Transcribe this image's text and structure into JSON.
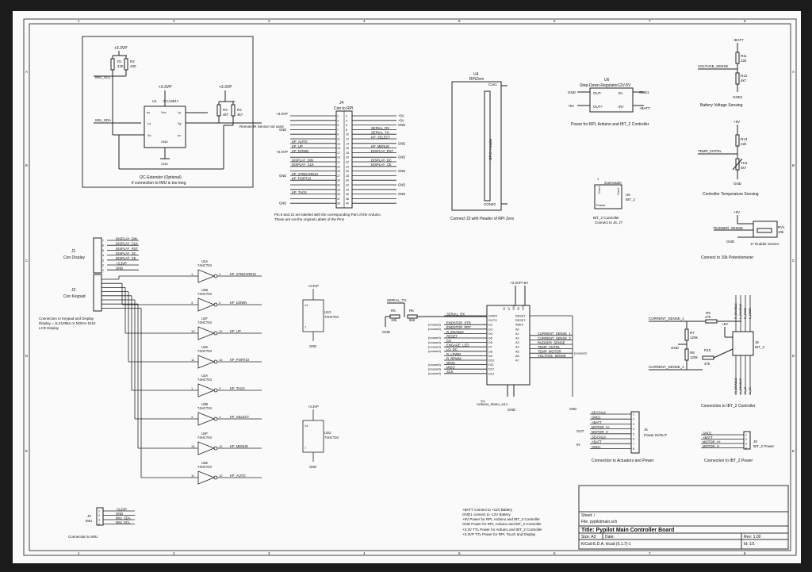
{
  "frame": {
    "col_labels": [
      "1",
      "2",
      "3",
      "4",
      "5",
      "6",
      "7",
      "8"
    ],
    "row_labels": [
      "A",
      "B",
      "C",
      "D",
      "E"
    ]
  },
  "power_labels": {
    "p33": "+3.3VP",
    "p5": "+5V",
    "gnd": "GND",
    "batt": "+BATT",
    "gnd1": "GND1"
  },
  "i2c_block": {
    "r1_ref": "R1",
    "r1_val": "430",
    "r2_ref": "R2",
    "r2_val": "430",
    "r3_ref": "R3",
    "r3_val": "4k7",
    "r4_ref": "R4",
    "r4_val": "4k7",
    "u1_ref": "U1",
    "u1_part": "PCA9517",
    "imu_scl": "IMU_SCL",
    "imu_sda": "IMU_SDA",
    "pin_lx": "Lx",
    "pin_ly": "Ly",
    "pin_sx": "Sx",
    "pin_sy": "Sy",
    "pin_vcc": "Vcc",
    "pin_gnd": "GND",
    "pin_nc": "nc",
    "caption1": "I2C-Extender (Optional)",
    "caption2": "if connection to IMU is too long"
  },
  "rpi_header": {
    "ref": "J4",
    "name": "Con to RPI",
    "remote_ir": "Remote IR Sensor not used",
    "left_nets": [
      "",
      "",
      "",
      "",
      "",
      "",
      "KP_AUTO",
      "KP_UP",
      "KP_DOWN",
      "",
      "DISPLAY_DIN",
      "DISPLAY_CLK",
      "",
      "KP_STBOARD10",
      "KP_PORT10",
      "",
      "",
      "KP_TACK",
      ""
    ],
    "right_nets": [
      "",
      "",
      "",
      "SERIAL_RX",
      "SERIAL_TX",
      "KP_SELECT",
      "",
      "KP_MENUE",
      "DISPLAY_RST",
      "",
      "DISPLAY_DC",
      "DISPLAY_CE",
      "",
      "",
      "",
      "",
      "",
      "",
      ""
    ],
    "pins_left": [
      "1",
      "3",
      "5",
      "7",
      "9",
      "11",
      "13",
      "15",
      "17",
      "19",
      "21",
      "23",
      "25",
      "27",
      "29",
      "31",
      "33",
      "35",
      "37",
      "39"
    ],
    "pins_right": [
      "2",
      "4",
      "6",
      "8",
      "10",
      "12",
      "14",
      "16",
      "18",
      "20",
      "22",
      "24",
      "26",
      "28",
      "30",
      "32",
      "34",
      "36",
      "38",
      "40"
    ],
    "note1": "Pin 8 and 10 are labeled with the corresponding Part of the Arduino",
    "note2": "These are not the original Labels of the Pins"
  },
  "rpi": {
    "ref": "U4",
    "name": "RPiZero",
    "con1": "Con1",
    "con40": "CON40",
    "gpio": "GPIO-Header",
    "caption": "Connect J3 with Header of RPI Zero"
  },
  "regulator": {
    "ref": "U6",
    "name": "Step-Down-Regulator12V-5V",
    "out_m": "OUT-",
    "out_p": "OUT+",
    "in_m": "IN-",
    "in_p": "IN+",
    "caption": "Power for RPI, Arduino and IBT_2 Controller"
  },
  "ibt2_header": {
    "ref": "U5",
    "name": "IBT_2",
    "con1": "Con1",
    "con2": "Con2",
    "header": "2x2Header",
    "power": "Power",
    "pin1": "1",
    "caption1": "IBT_2 Controller",
    "caption2": "Connect to J6, J7"
  },
  "battery_sense": {
    "r11_ref": "R11",
    "r11_val": "22k",
    "r12_ref": "R12",
    "r12_val": "4k7",
    "net": "VOLTAGE_SENSE",
    "caption": "Battery Voltage Sensing"
  },
  "temp_sense": {
    "r13_ref": "R13",
    "r13_val": "22k",
    "th1_ref": "TH1",
    "th1_val": "4k7",
    "net": "TEMP_CNTRL",
    "caption": "Controller Temperature Sensing"
  },
  "rudder": {
    "net": "RUDDER_SENSE",
    "rv1_ref": "RV1",
    "rv1_val": "10k",
    "j7": "J7  Rudder Sensor",
    "caption": "Connect to 10k Potentiometer"
  },
  "display_conn": {
    "ref": "J1",
    "name": "Con Display",
    "pins": [
      "7",
      "6",
      "5",
      "4",
      "3",
      "2",
      "1"
    ],
    "nets": [
      "DISPLAY_DIN",
      "DISPLAY_CLK",
      "DISPLAY_RST",
      "DISPLAY_DC",
      "DISPLAY_CE",
      "+3.3VP",
      "GND"
    ]
  },
  "keypad_conn": {
    "ref": "J2",
    "name": "Con Keypad",
    "caption1": "Connection to Keypad and Display",
    "caption2": "Display = JLX12864 or NOKIA 5110",
    "caption3": "LCD Display"
  },
  "buffers": [
    {
      "ref": "U2A",
      "part": "74HCT04",
      "in": "1",
      "out": "2",
      "net": "KP_STBOARD10"
    },
    {
      "ref": "U2B",
      "part": "74HCT04",
      "in": "3",
      "out": "4",
      "net": "KP_DOWN"
    },
    {
      "ref": "U2F",
      "part": "74HCT04",
      "in": "13",
      "out": "12",
      "net": "KP_UP"
    },
    {
      "ref": "U2E",
      "part": "74HCT04",
      "in": "11",
      "out": "10",
      "net": "KP_PORT10"
    },
    {
      "ref": "U3A",
      "part": "74HCT04",
      "in": "1",
      "out": "2",
      "net": "KP_TACK"
    },
    {
      "ref": "U3B",
      "part": "74HCT04",
      "in": "3",
      "out": "4",
      "net": "KP_SELECT"
    },
    {
      "ref": "U3F",
      "part": "74HCT04",
      "in": "13",
      "out": "12",
      "net": "KP_MENUE"
    },
    {
      "ref": "U3E",
      "part": "74HCT04",
      "in": "11",
      "out": "10",
      "net": "KP_AUTO"
    }
  ],
  "supply_units": [
    {
      "ref": "U2G",
      "part": "74HCT04",
      "vcc_pin": "14",
      "gnd_pin": "7"
    },
    {
      "ref": "U3G",
      "part": "74HCT04",
      "vcc_pin": "14",
      "gnd_pin": "7"
    }
  ],
  "imu_conn": {
    "ref": "J3",
    "name": "IMU",
    "nets": [
      "+3.3VP",
      "GND",
      "IMU_SDA",
      "IMU_SCL"
    ],
    "pins": [
      "1",
      "2",
      "3",
      "4"
    ],
    "caption": "Connection to IMU"
  },
  "arduino": {
    "ref": "A1",
    "name": "Arduino_Nano_v3.x",
    "serial_tx": "SERIAL_TX",
    "serial_rx": "SERIAL_RX",
    "r5_ref": "R5",
    "r5_val": "10k",
    "r6_ref": "R6",
    "r6_val": "5k6",
    "left_pins": [
      "D0/RX",
      "D1/TX",
      "D2",
      "D3",
      "D4",
      "D5",
      "D6",
      "D7",
      "D8",
      "D9",
      "D10",
      "D11",
      "D12",
      "D13"
    ],
    "left_nets": [
      "SERIAL_RX",
      "",
      "ENDSTOP_STB",
      "ENDSTOP_PRT",
      "R_ENABLE",
      "RESET",
      "CS",
      "ENGAGE_LED",
      "LO_DC",
      "R_LPWM",
      "R_RPWM",
      "MOSI",
      "MISO",
      "SCK"
    ],
    "left_tags": [
      "",
      "",
      "(unused)",
      "(unused)",
      "",
      "(unused)",
      "(unused)",
      "(unused)",
      "(unused)",
      "",
      "",
      "(unused)",
      "(unused)",
      "(unused)"
    ],
    "right_pins": [
      "RESET",
      "RESET",
      "AREF",
      "A0",
      "A1",
      "A2",
      "A3",
      "A4",
      "A5",
      "A6",
      "A7"
    ],
    "right_nets": [
      "",
      "",
      "",
      "CURRENT_SENSE_1",
      "CURRENT_SENSE_2",
      "RUDDER_SENSE",
      "TEMP_CNTRL",
      "TEMP_MOTOR",
      "VOLTAGE_SENSE",
      ""
    ],
    "right_tags": [
      "",
      "",
      "",
      "",
      "",
      "",
      "",
      "(unused)",
      "",
      ""
    ],
    "top_pins": [
      "30",
      "27",
      "VIN",
      "5V",
      "3V3"
    ]
  },
  "current_sense": {
    "net1": "CURRENT_SENSE_1",
    "net2": "CURRENT_SENSE_2",
    "r7_ref": "R7",
    "r7_val": "120k",
    "r8_ref": "R8",
    "r8_val": "120k",
    "r9_ref": "R9",
    "r9_val": "47k",
    "r10_ref": "R10",
    "r10_val": "47k",
    "j6": "J6",
    "j6b": "IBT_2",
    "top_nets": [
      "R_ENABLE",
      "L_ENABLE",
      "R_PWM",
      "L_PWM"
    ],
    "bottom_nets": [
      "R_ENABLE",
      "L_ENABLE",
      "R_IS",
      "L_IS"
    ],
    "caption": "Connection to IBT_2 Controller"
  },
  "power_conn": {
    "ref": "J5",
    "name": "Power IN/OUT",
    "out": "OUT",
    "in": "IN",
    "nets": [
      "SEATALK",
      "GND1",
      "+BATT",
      "MOTOR_V+",
      "MOTOR_V-",
      "SEATALK",
      "+BATT",
      "GND1"
    ],
    "pins": [
      "1",
      "2",
      "3",
      "4",
      "5",
      "6",
      "7",
      "8"
    ],
    "caption": "Connection to Actuators and Power"
  },
  "ibt2_power": {
    "ref": "J8",
    "name": "IBT_2 Power",
    "nets": [
      "GND1",
      "+BATT",
      "MOTOR_V+",
      "MOTOR_V-"
    ],
    "pins": [
      "1",
      "2",
      "3",
      "4"
    ],
    "caption": "Connection to IBT_2 Power"
  },
  "notes": [
    "+BATT connect to +12V Battery",
    "GND1 connect to -12V Battery",
    "+5V Power for RPI, Arduino and IBT_2 Controller",
    "GND Power for RPI, Arduino and IBT_2 Controller",
    "+3.3V TTL Power for Arduino and IBT_2 Controller",
    "+3.3VP TTL Power for RPI, Touch and Display"
  ],
  "title_block": {
    "sheet": "Sheet: /",
    "file": "File: pypilotmain.sch",
    "title": "Title: Pypilot Main Controller Board",
    "size": "Size: A3",
    "date": "Date:",
    "rev": "Rev: 1.00",
    "tool": "KiCad E.D.A.  kicad (5.1.7)-1",
    "id": "Id: 1/1"
  }
}
